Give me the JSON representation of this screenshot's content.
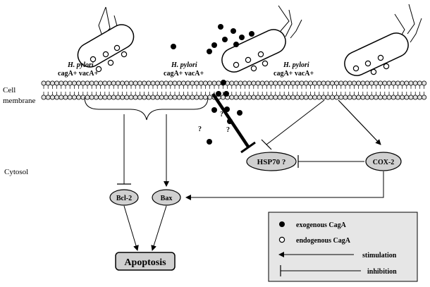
{
  "labels": {
    "cell_membrane_line1": "Cell",
    "cell_membrane_line2": "membrane",
    "cytosol": "Cytosol"
  },
  "bacteria": [
    {
      "species": "H. pylori",
      "strain": "cagA+ vacA+"
    },
    {
      "species": "H. pylori",
      "strain": "cagA+ vacA+"
    },
    {
      "species": "H. pylori",
      "strain": "cagA+ vacA+"
    }
  ],
  "nodes": {
    "bcl2": "Bcl-2",
    "bax": "Bax",
    "hsp70": "HSP70 ?",
    "cox2": "COX-2",
    "apoptosis": "Apoptosis"
  },
  "unknowns": [
    "?",
    "?",
    "?"
  ],
  "legend": {
    "exogenous": "exogenous CagA",
    "endogenous": "endogenous CagA",
    "stimulation": "stimulation",
    "inhibition": "inhibition"
  },
  "colors": {
    "node_fill": "#d0d0d0",
    "apoptosis_fill": "#cfcfcf",
    "legend_fill": "#e6e6e6",
    "membrane_fill": "#e2e2e2",
    "ink": "#000000"
  }
}
